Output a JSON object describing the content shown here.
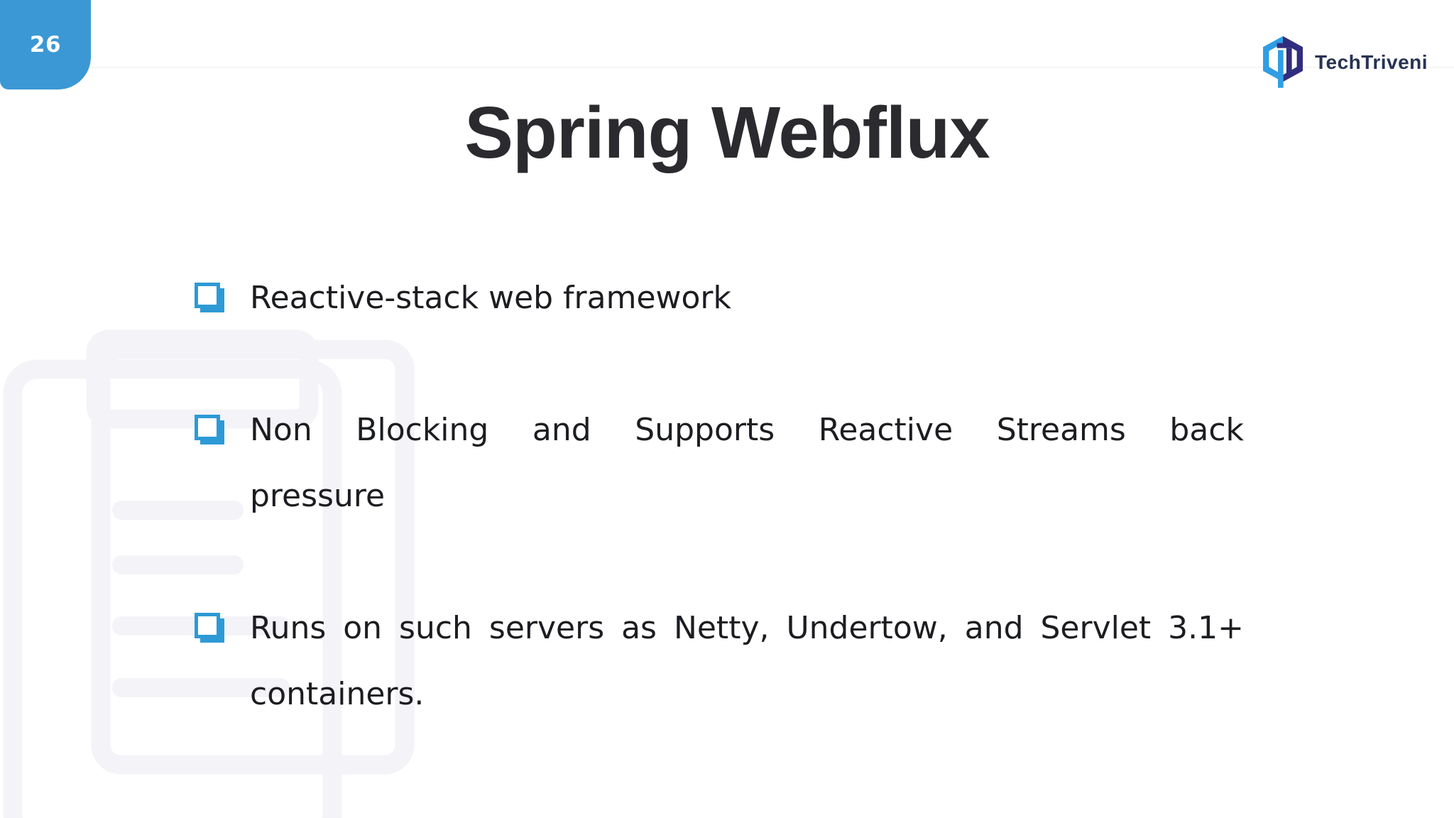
{
  "slide": {
    "page_number": "26",
    "title": "Spring Webflux",
    "bullets": [
      {
        "text": "Reactive-stack web framework",
        "lines": [
          "Reactive-stack web framework"
        ]
      },
      {
        "text": "Non Blocking and Supports Reactive Streams back pressure",
        "lines": [
          "Non Blocking and Supports Reactive Streams back",
          "pressure"
        ]
      },
      {
        "text": "Runs on such servers as Netty, Undertow, and Servlet 3.1+ containers.",
        "lines": [
          "Runs on such servers as Netty, Undertow, and Servlet 3.1+",
          "containers."
        ]
      }
    ],
    "bullet_icon": "blue-shadowed-checkbox"
  },
  "logo": {
    "text": "TechTriveni"
  },
  "colors": {
    "badge_blue": "#3b98d4",
    "checkbox_blue": "#2d9ad6",
    "title_text": "#2b2a2e",
    "body_text": "#1c1d20",
    "logo_light_blue": "#2f9ee4",
    "logo_indigo": "#312d7e",
    "logo_text_navy": "#273352",
    "watermark_gray": "#f4f3f7",
    "background": "#ffffff"
  }
}
